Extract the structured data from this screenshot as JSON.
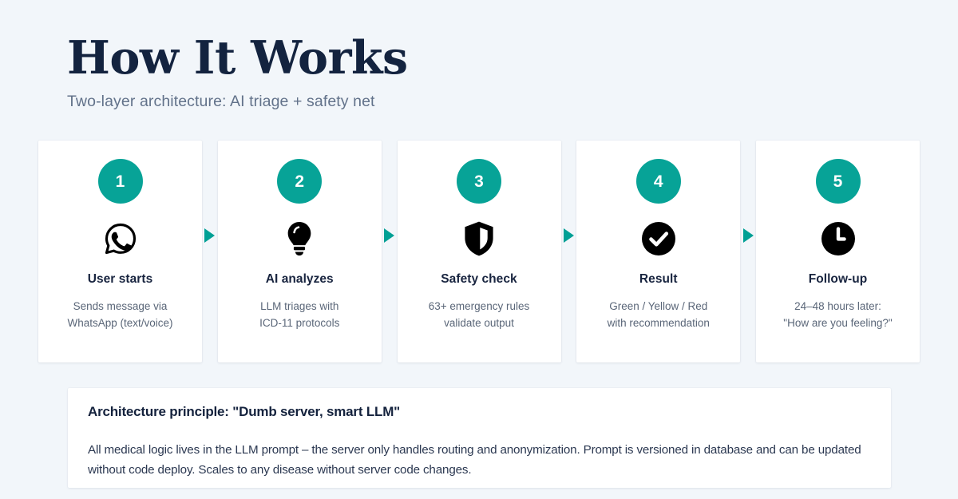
{
  "header": {
    "title": "How It Works",
    "subtitle": "Two-layer architecture: AI triage + safety net"
  },
  "theme": {
    "background": "#f2f6fa",
    "card_background": "#ffffff",
    "accent_teal": "#07a397",
    "arrow_teal": "#00a095",
    "title_navy": "#13233f",
    "subtitle_slate": "#62728a",
    "body_slate": "#5a6678",
    "icon_black": "#000000"
  },
  "steps": [
    {
      "number": "1",
      "icon": "whatsapp-icon",
      "title": "User starts",
      "description": "Sends message via\nWhatsApp (text/voice)"
    },
    {
      "number": "2",
      "icon": "lightbulb-icon",
      "title": "AI analyzes",
      "description": "LLM triages with\nICD-11 protocols"
    },
    {
      "number": "3",
      "icon": "shield-icon",
      "title": "Safety check",
      "description": "63+ emergency rules\nvalidate output"
    },
    {
      "number": "4",
      "icon": "check-circle-icon",
      "title": "Result",
      "description": "Green / Yellow / Red\nwith recommendation"
    },
    {
      "number": "5",
      "icon": "clock-icon",
      "title": "Follow-up",
      "description": "24–48 hours later:\n\"How are you feeling?\""
    }
  ],
  "connectors": {
    "icon": "triangle-right-icon",
    "count": 4
  },
  "note": {
    "title": "Architecture principle: \"Dumb server, smart LLM\"",
    "body": "All medical logic lives in the LLM prompt – the server only handles routing and anonymization. Prompt is versioned in database and can be updated without code deploy. Scales to any disease without server code changes."
  }
}
